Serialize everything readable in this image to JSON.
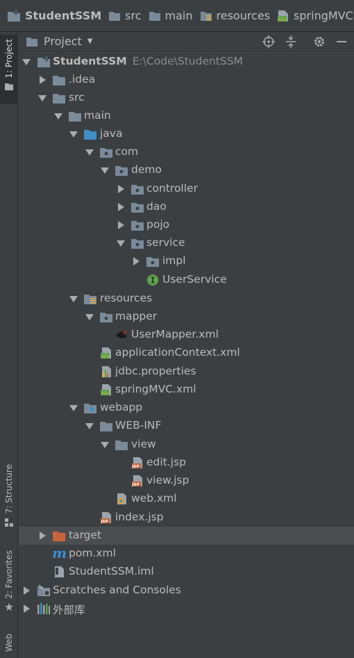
{
  "breadcrumb": {
    "items": [
      "StudentSSM",
      "src",
      "main",
      "resources",
      "springMVC.xml"
    ]
  },
  "left_tabs": {
    "project": "1: Project",
    "structure": "7: Structure",
    "favorites": "2: Favorites",
    "web": "Web"
  },
  "panel": {
    "title": "Project"
  },
  "tree": {
    "root_name": "StudentSSM",
    "root_path": "E:\\Code\\StudentSSM",
    "nodes": [
      ".idea",
      "src",
      "main",
      "java",
      "com",
      "demo",
      "controller",
      "dao",
      "pojo",
      "service",
      "impl",
      "UserService",
      "resources",
      "mapper",
      "UserMapper.xml",
      "applicationContext.xml",
      "jdbc.properties",
      "springMVC.xml",
      "webapp",
      "WEB-INF",
      "view",
      "edit.jsp",
      "view.jsp",
      "web.xml",
      "index.jsp",
      "target",
      "pom.xml",
      "StudentSSM.iml",
      "Scratches and Consoles",
      "外部库"
    ]
  },
  "colors": {
    "background": "#3c3f41",
    "folder": "#7a8a99",
    "source_folder": "#3f8fc5",
    "excluded_folder": "#c8643a",
    "interface": "#5fa34b",
    "maven": "#3a8fd6"
  }
}
